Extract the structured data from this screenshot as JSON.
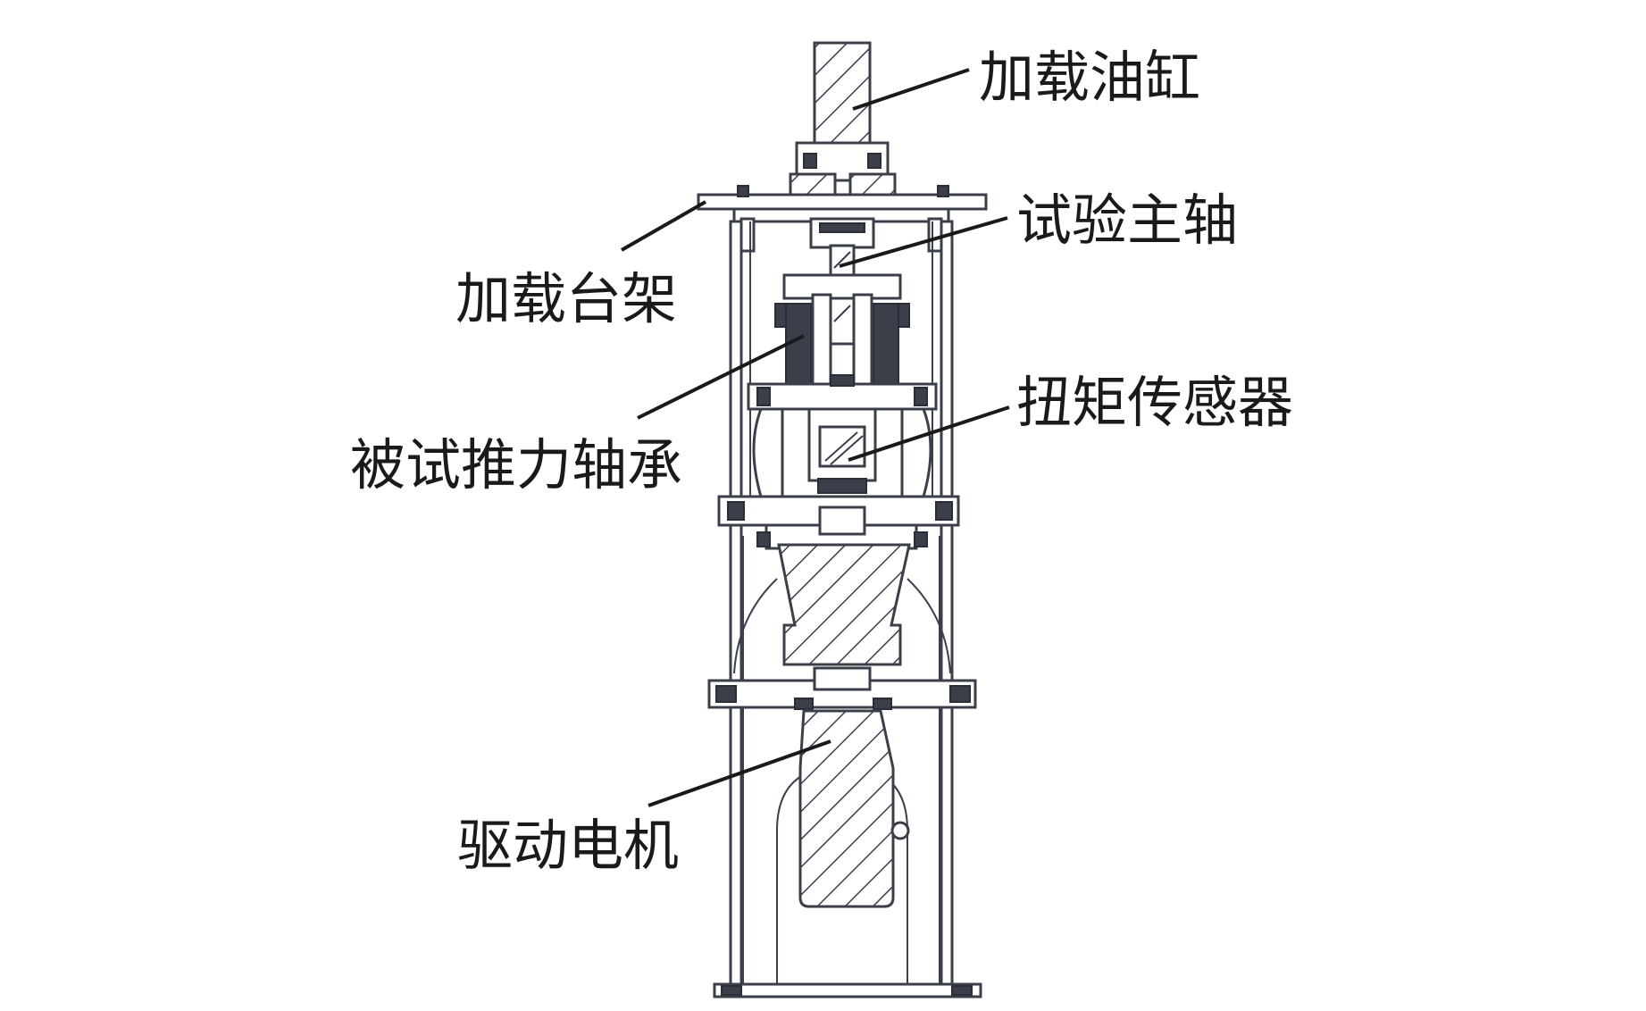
{
  "labels": {
    "loading_cylinder": "加载油缸",
    "test_spindle": "试验主轴",
    "loading_frame": "加载台架",
    "thrust_bearing": "被试推力轴承",
    "torque_sensor": "扭矩传感器",
    "drive_motor": "驱动电机"
  },
  "colors": {
    "line": "#3a3f4a",
    "text": "#1a1a1a",
    "background": "#ffffff"
  }
}
